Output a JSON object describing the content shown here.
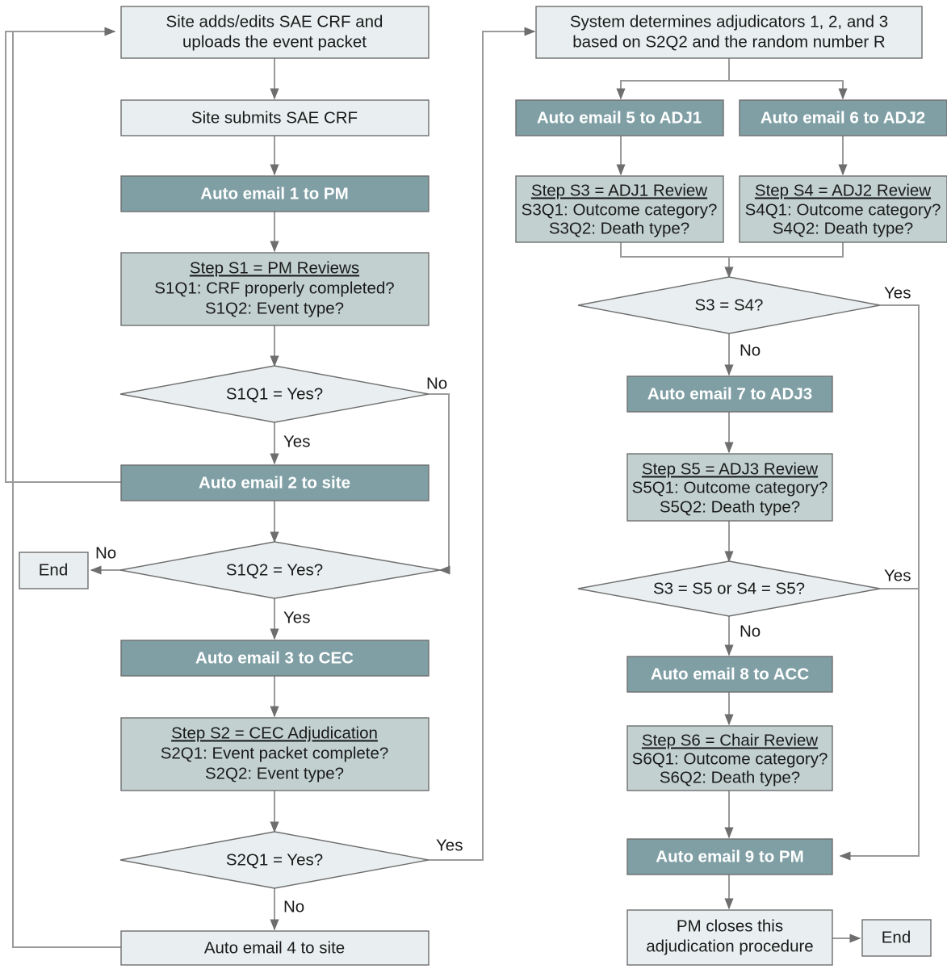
{
  "diagram": {
    "title": "SAE CRF adjudication procedure flowchart",
    "colors": {
      "box_light": "#e9eff0",
      "box_mid": "#c2d1d0",
      "box_dark": "#7f9fa5",
      "box_border": "#6e6e6e",
      "connector": "#9a9a9a",
      "text_dark": "#1a1a1a",
      "text_light": "#ffffff"
    },
    "nodes": {
      "site_add": {
        "line1": "Site adds/edits SAE CRF and",
        "line2": "uploads the event packet"
      },
      "site_submit": {
        "line1": "Site submits SAE CRF"
      },
      "email1": {
        "line1": "Auto email 1 to PM"
      },
      "step_s1": {
        "head": "Step S1 = PM Reviews ",
        "line2": "S1Q1: CRF properly completed?",
        "line3": "S1Q2: Event type?"
      },
      "dec_s1q1": {
        "line1": "S1Q1 = Yes?"
      },
      "email2": {
        "line1": "Auto email 2 to site"
      },
      "dec_s1q2": {
        "line1": "S1Q2 = Yes?"
      },
      "end_left": {
        "line1": "End"
      },
      "email3": {
        "line1": "Auto email 3 to CEC"
      },
      "step_s2": {
        "head": "Step S2 = CEC Adjudication",
        "line2": "S2Q1: Event packet complete?",
        "line3": "S2Q2: Event type?"
      },
      "dec_s2q1": {
        "line1": "S2Q1 = Yes?"
      },
      "email4": {
        "line1": "Auto email 4 to site"
      },
      "system_det": {
        "line1": "System determines adjudicators 1, 2, and 3",
        "line2": "based on S2Q2 and the random number R"
      },
      "email5": {
        "line1": "Auto email 5 to ADJ1"
      },
      "email6": {
        "line1": "Auto email 6 to ADJ2"
      },
      "step_s3": {
        "head": "Step S3 = ADJ1 Review",
        "line2": "S3Q1: Outcome category?",
        "line3": "S3Q2: Death type?"
      },
      "step_s4": {
        "head": "Step S4 = ADJ2 Review",
        "line2": "S4Q1: Outcome category?",
        "line3": "S4Q2: Death type?"
      },
      "dec_s3s4": {
        "line1": "S3 = S4?"
      },
      "email7": {
        "line1": "Auto email 7 to ADJ3"
      },
      "step_s5": {
        "head": "Step S5 = ADJ3 Review",
        "line2": "S5Q1: Outcome category?",
        "line3": "S5Q2: Death type?"
      },
      "dec_s3s5": {
        "line1": "S3 = S5 or S4 = S5?"
      },
      "email8": {
        "line1": "Auto email 8 to ACC"
      },
      "step_s6": {
        "head": "Step S6 = Chair Review",
        "line2": "S6Q1: Outcome category?",
        "line3": "S6Q2: Death type?"
      },
      "email9": {
        "line1": "Auto email 9 to PM"
      },
      "pm_closes": {
        "line1": "PM closes this",
        "line2": "adjudication procedure"
      },
      "end_right": {
        "line1": "End"
      }
    },
    "edge_labels": {
      "s1q1_no": "No",
      "s1q1_yes": "Yes",
      "s1q2_no": "No",
      "s1q2_yes": "Yes",
      "s2q1_yes": "Yes",
      "s2q1_no": "No",
      "s3s4_yes": "Yes",
      "s3s4_no": "No",
      "s3s5_yes": "Yes",
      "s3s5_no": "No"
    }
  }
}
